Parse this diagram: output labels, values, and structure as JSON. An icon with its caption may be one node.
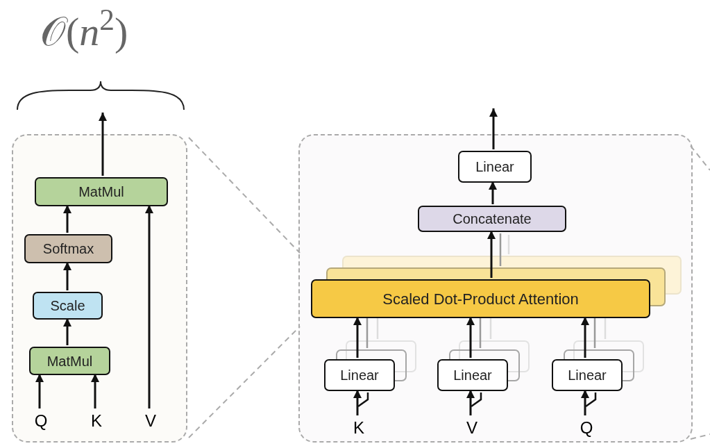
{
  "diagram": {
    "nodes": [
      {
        "text": [],
        "shape": "box"
      },
      {
        "text": [
          "MatMul"
        ],
        "in": 0
      },
      {
        "text": [
          "Softmax"
        ],
        "in": 0
      },
      {
        "text": [
          "Scale"
        ],
        "in": 0
      },
      {
        "text": [
          "MatMul"
        ],
        "in": 0
      },
      {
        "text": [
          "Q"
        ],
        "in": 0
      },
      {
        "text": [
          "K"
        ],
        "in": 0
      },
      {
        "text": [
          "V"
        ],
        "in": 0
      },
      {
        "text": [],
        "shape": "box"
      },
      {
        "text": [
          "Linear"
        ],
        "in": 8
      },
      {
        "text": [
          "Concatenate"
        ],
        "in": 8
      },
      {
        "text": [
          "Scaled Dot-Product Attention"
        ],
        "in": 8
      },
      {
        "text": [
          "Linear"
        ],
        "in": 8
      },
      {
        "text": [
          "Linear"
        ],
        "in": 8
      },
      {
        "text": [
          "Linear"
        ],
        "in": 8
      },
      {
        "text": [
          "K"
        ],
        "in": 8
      },
      {
        "text": [
          "V"
        ],
        "in": 8
      },
      {
        "text": [
          "Q"
        ],
        "in": 8
      },
      {
        "text": [],
        "shape": "brace"
      }
    ],
    "edges": [
      {
        "from": 5,
        "to": 4,
        "arrow": "to"
      },
      {
        "from": 6,
        "to": 4,
        "arrow": "to"
      },
      {
        "from": 4,
        "to": 3,
        "arrow": "to"
      },
      {
        "from": 3,
        "to": 2,
        "arrow": "to"
      },
      {
        "from": 2,
        "to": 1,
        "arrow": "to"
      },
      {
        "from": 7,
        "to": 1,
        "arrow": "to"
      },
      {
        "from": 1,
        "to": 18,
        "arrow": "to"
      },
      {
        "from": 15,
        "to": 12,
        "arrow": "to"
      },
      {
        "from": 16,
        "to": 13,
        "arrow": "to"
      },
      {
        "from": 17,
        "to": 14,
        "arrow": "to"
      },
      {
        "from": 12,
        "to": 11,
        "arrow": "to"
      },
      {
        "from": 13,
        "to": 11,
        "arrow": "to"
      },
      {
        "from": 14,
        "to": 11,
        "arrow": "to"
      },
      {
        "from": 11,
        "to": 10,
        "arrow": "to"
      },
      {
        "from": 10,
        "to": 9,
        "arrow": "to"
      },
      {
        "from": 9,
        "to": null,
        "arrow": "to"
      }
    ],
    "labels": [
      "𝒪(*n*$^{2}$)"
    ]
  }
}
